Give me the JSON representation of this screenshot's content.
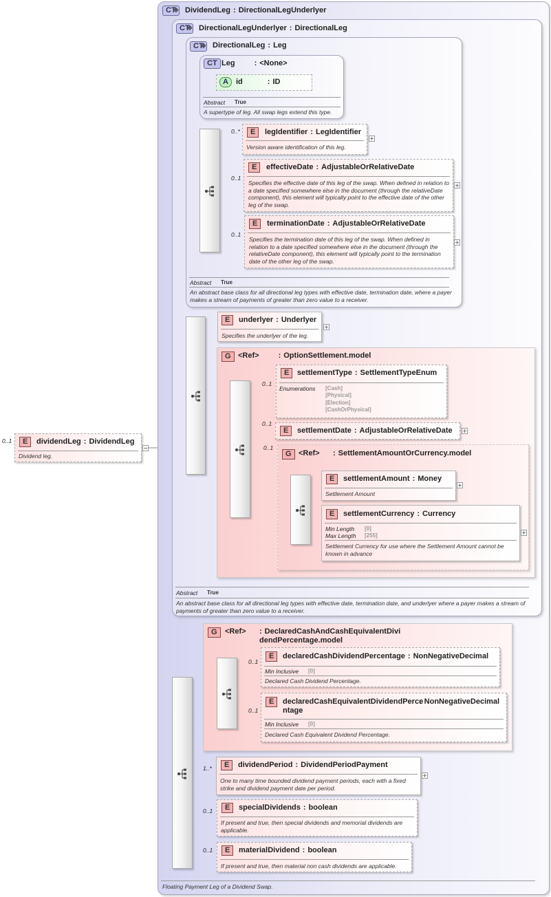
{
  "root": {
    "card": "0..1",
    "name": "dividendLeg",
    "type": "DividendLeg",
    "doc": "Dividend leg."
  },
  "ct_dividendLeg": {
    "badge": "CT",
    "name": "DividendLeg",
    "type": "DirectionalLegUnderlyer",
    "doc": "Floating Payment Leg of a Dividend Swap."
  },
  "ct_dlu": {
    "badge": "CT",
    "name": "DirectionalLegUnderlyer",
    "type": "DirectionalLeg",
    "abstract_label": "Abstract",
    "abstract_value": "True",
    "doc": "An abstract base class for all directional leg types with effective date, termination date, and underlyer where a payer makes a stream of payments of greater than zero value to a receiver."
  },
  "ct_dl": {
    "badge": "CT",
    "name": "DirectionalLeg",
    "type": "Leg",
    "abstract_label": "Abstract",
    "abstract_value": "True",
    "doc": "An abstract base class for all directional leg types with effective date, termination date, where a payer makes a stream of payments of greater than zero value to a receiver."
  },
  "ct_leg": {
    "badge": "CT",
    "name": "Leg",
    "type": "<None>",
    "abstract_label": "Abstract",
    "abstract_value": "True",
    "doc": "A supertype of leg. All swap legs extend this type.",
    "attr": {
      "badge": "A",
      "name": "id",
      "type": "ID"
    }
  },
  "legIdentifier": {
    "card": "0..*",
    "name": "legIdentifier",
    "type": "LegIdentifier",
    "doc": "Version aware identification of this leg."
  },
  "effectiveDate": {
    "card": "0..1",
    "name": "effectiveDate",
    "type": "AdjustableOrRelativeDate",
    "doc": "Specifies the effective date of this leg of the swap. When defined in relation to a date specified somewhere else in the document (through the relativeDate component), this element will typically point to the effective date of the other leg of the swap."
  },
  "terminationDate": {
    "card": "0..1",
    "name": "terminationDate",
    "type": "AdjustableOrRelativeDate",
    "doc": "Specifies the termination date of this leg of the swap. When defined in relation to a date specified somewhere else in the document (through the relativeDate component), this element will typically point to the termination date of the other leg of the swap."
  },
  "underlyer": {
    "name": "underlyer",
    "type": "Underlyer",
    "doc": "Specifies the underlyer of the leg."
  },
  "grp_option": {
    "badge": "G",
    "name": "<Ref>",
    "type": "OptionSettlement.model"
  },
  "settlementType": {
    "card": "0..1",
    "name": "settlementType",
    "type": "SettlementTypeEnum",
    "enum_label": "Enumerations",
    "enums": [
      "[Cash]",
      "[Physical]",
      "[Election]",
      "[CashOrPhysical]"
    ]
  },
  "settlementDate": {
    "card": "0..1",
    "name": "settlementDate",
    "type": "AdjustableOrRelativeDate"
  },
  "grp_amount": {
    "card": "0..1",
    "badge": "G",
    "name": "<Ref>",
    "type": "SettlementAmountOrCurrency.model"
  },
  "settlementAmount": {
    "name": "settlementAmount",
    "type": "Money",
    "doc": "Settlement Amount"
  },
  "settlementCurrency": {
    "name": "settlementCurrency",
    "type": "Currency",
    "minlen_label": "Min Length",
    "minlen_value": "[0]",
    "maxlen_label": "Max Length",
    "maxlen_value": "[255]",
    "doc": "Settlement Currency for use where the Settlement Amount cannot be known in advance"
  },
  "grp_declared": {
    "badge": "G",
    "name": "<Ref>",
    "type": "DeclaredCashAndCashEquivalentDividendPercentage.model"
  },
  "declaredCashDividendPercentage": {
    "card": "0..1",
    "name": "declaredCashDividendPercentage",
    "type": "NonNegativeDecimal",
    "mininc_label": "Min Inclusive",
    "mininc_value": "[0]",
    "doc": "Declared Cash Dividend Percentage."
  },
  "declaredCashEquivalentDividendPercentage": {
    "card": "0..1",
    "name": "declaredCashEquivalentDividendPercentage",
    "type": "NonNegativeDecimal",
    "mininc_label": "Min Inclusive",
    "mininc_value": "[0]",
    "doc": "Declared Cash Equivalent Dividend Percentage."
  },
  "dividendPeriod": {
    "card": "1..*",
    "name": "dividendPeriod",
    "type": "DividendPeriodPayment",
    "doc": "One to many time bounded dividend payment periods, each with a fixed strike and dividend payment date per period."
  },
  "specialDividends": {
    "card": "0..1",
    "name": "specialDividends",
    "type": "boolean",
    "doc": "If present and true, then special dividends and memorial dividends are applicable."
  },
  "materialDividend": {
    "card": "0..1",
    "name": "materialDividend",
    "type": "boolean",
    "doc": "If present and true, then material non cash dividends are applicable."
  }
}
